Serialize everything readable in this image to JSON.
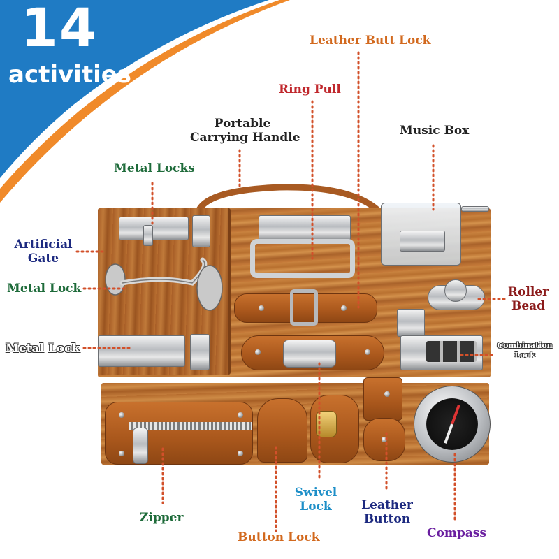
{
  "badge": {
    "count": "14",
    "word": "activities"
  },
  "colors": {
    "banner_blue": "#1f7bc4",
    "banner_orange": "#f08a2a",
    "leader_dots": "#d2502a",
    "label_orange": "#d2691e",
    "label_red": "#c0282d",
    "label_dark": "#222222",
    "label_green": "#1e6b3a",
    "label_navy": "#1d2a80",
    "label_brown": "#8b1a1a",
    "label_teal": "#1e8fc8",
    "label_purple": "#6a1fa0"
  },
  "labels": {
    "leather_butt_lock": "Leather Butt Lock",
    "ring_pull": "Ring Pull",
    "portable_handle_1": "Portable",
    "portable_handle_2": "Carrying Handle",
    "music_box": "Music Box",
    "metal_locks": "Metal Locks",
    "artificial_gate_1": "Artificial",
    "artificial_gate_2": "Gate",
    "metal_lock_1": "Metal Lock",
    "metal_lock_2": "Metal Lock",
    "roller_bead_1": "Roller",
    "roller_bead_2": "Bead",
    "combination_lock_1": "Combination",
    "combination_lock_2": "Lock",
    "zipper": "Zipper",
    "swivel_lock_1": "Swivel",
    "swivel_lock_2": "Lock",
    "leather_button_1": "Leather",
    "leather_button_2": "Button",
    "button_lock": "Button Lock",
    "compass": "Compass"
  }
}
